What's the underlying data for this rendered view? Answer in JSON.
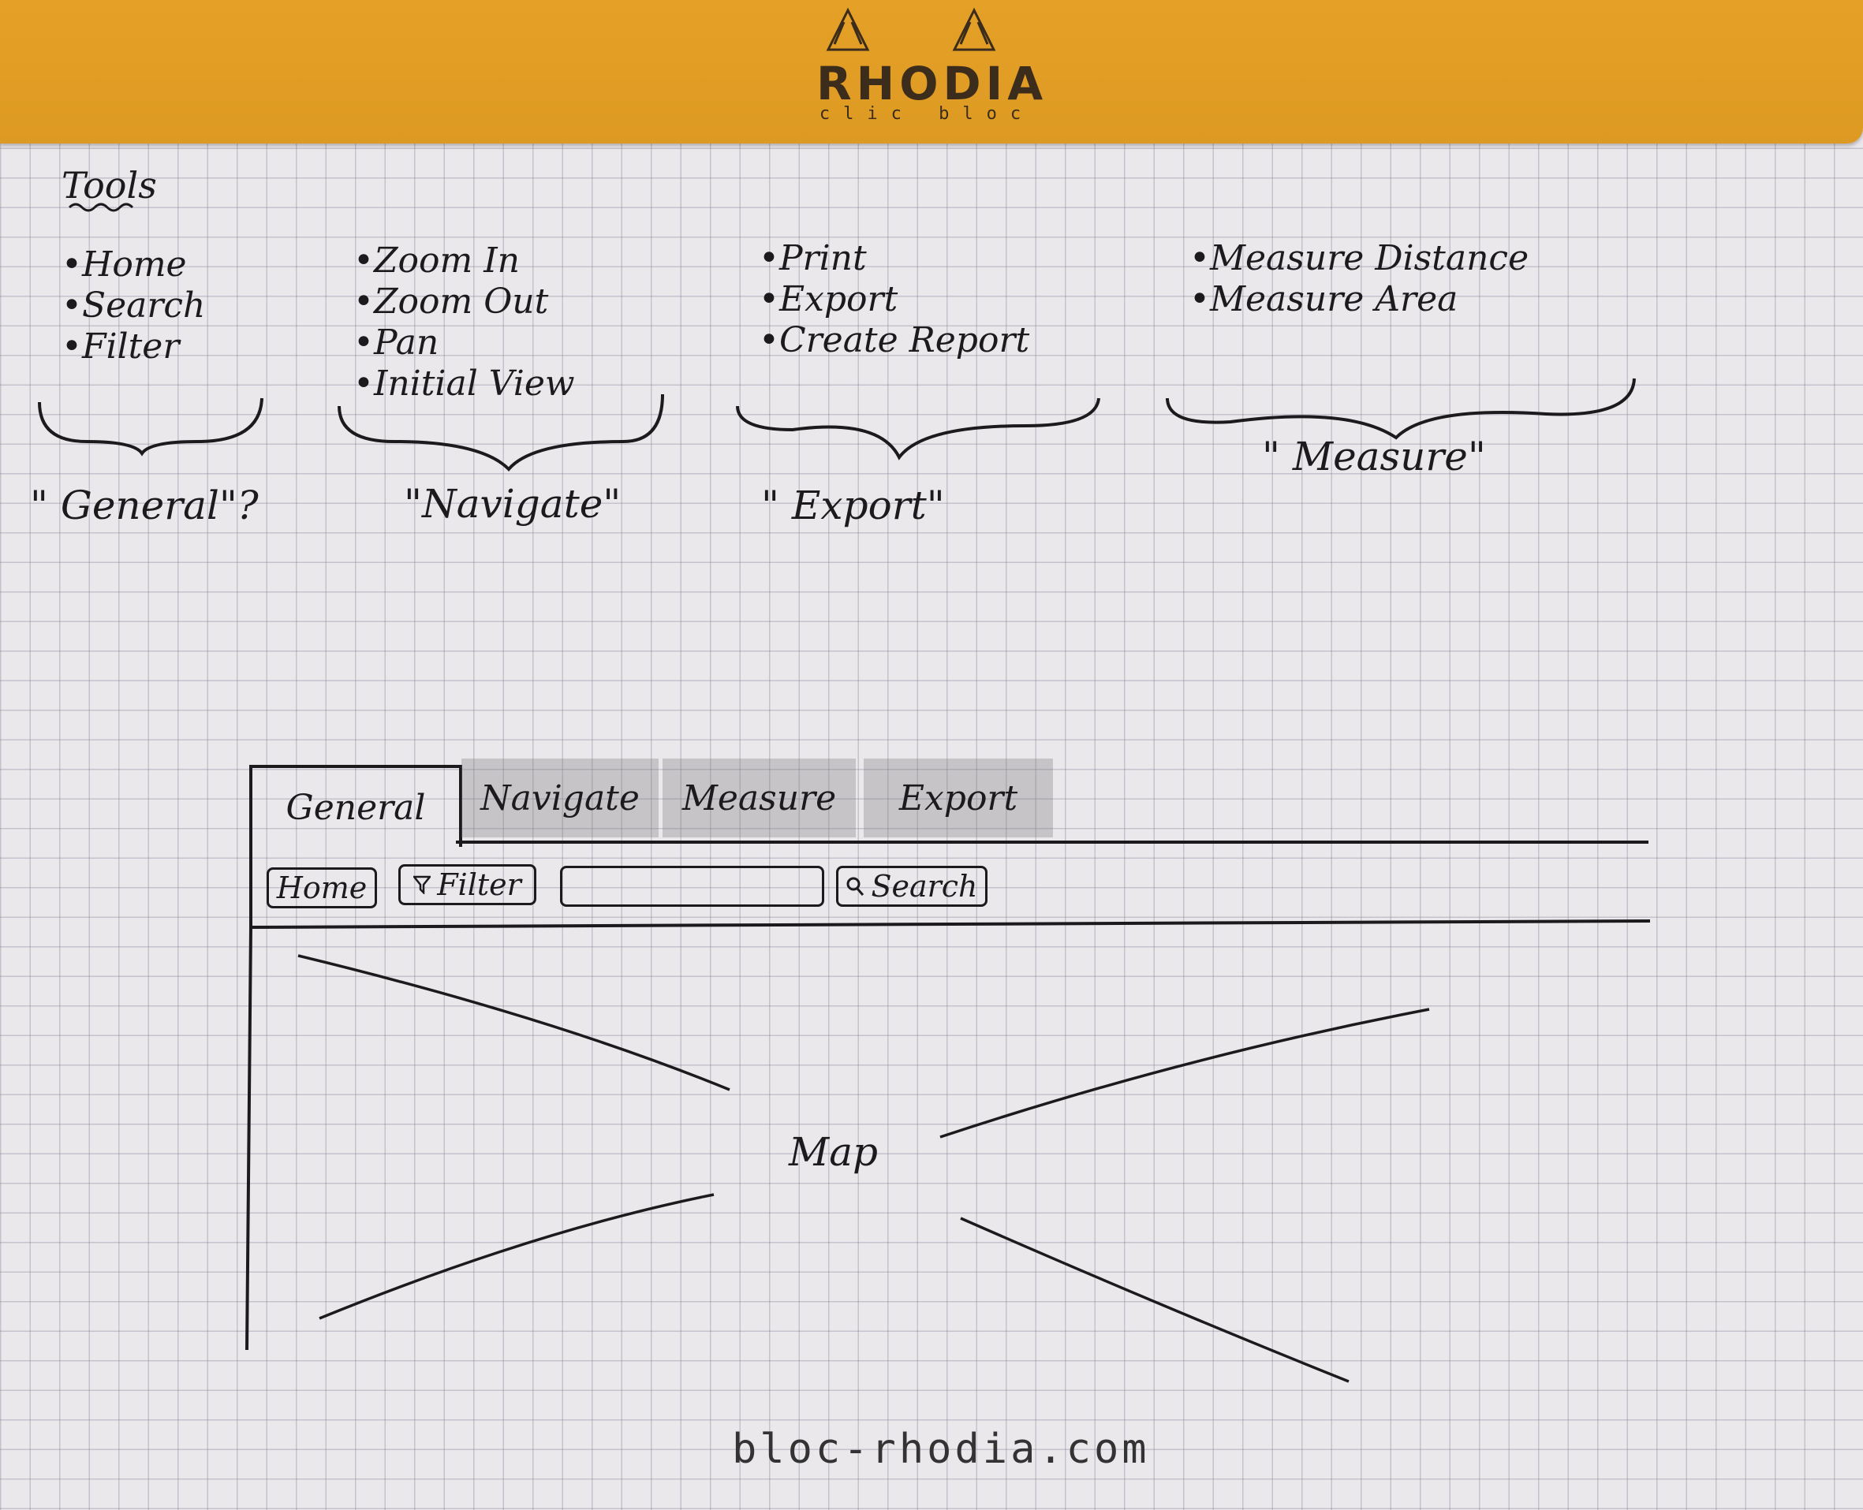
{
  "brand": {
    "name": "RHODIA",
    "tagline": "clic bloc",
    "footer": "bloc-rhodia.com"
  },
  "notes": {
    "title": "Tools",
    "groups": [
      {
        "items": [
          "Home",
          "Search",
          "Filter"
        ],
        "label": "\" General\"?"
      },
      {
        "items": [
          "Zoom In",
          "Zoom Out",
          "Pan",
          "Initial View"
        ],
        "label": "\"Navigate\""
      },
      {
        "items": [
          "Print",
          "Export",
          "Create Report"
        ],
        "label": "\" Export\""
      },
      {
        "items": [
          "Measure Distance",
          "Measure Area"
        ],
        "label": "\" Measure\""
      }
    ]
  },
  "mockup": {
    "tabs": [
      "General",
      "Navigate",
      "Measure",
      "Export"
    ],
    "active_tab": "General",
    "toolbar": {
      "home_label": "Home",
      "filter_label": "Filter",
      "search_value": "",
      "search_label": "Search"
    },
    "map_label": "Map"
  },
  "colors": {
    "cover": "#e09d24",
    "ink": "#1c1a1c",
    "grid": "#8a86a0"
  },
  "icons": {
    "filter": "funnel-icon",
    "search": "magnifier-icon"
  }
}
